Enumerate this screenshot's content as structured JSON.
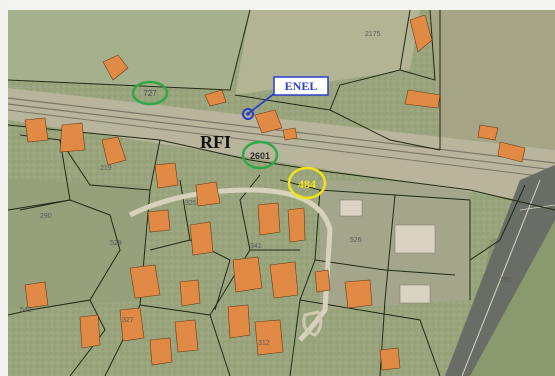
{
  "map": {
    "labels": {
      "enel": "ENEL",
      "rfi": "RFI",
      "parcel_727": "727",
      "parcel_2601": "2601",
      "parcel_484": "484"
    },
    "parcel_numbers": [
      "2175",
      "290",
      "529",
      "150",
      "549",
      "327",
      "341",
      "219",
      "526",
      "325",
      "312"
    ],
    "colors": {
      "aerial_base": "#9aa57e",
      "building_roof": "#e08a45",
      "parcel_line": "#1e2a14",
      "green_circle": "#2fa84a",
      "yellow_circle": "#f2e21a",
      "enel_marker": "#2b3fc9",
      "rail_band": "#b9b49c",
      "road": "#6a6d66"
    },
    "icons": [
      "enel-marker-icon"
    ]
  }
}
